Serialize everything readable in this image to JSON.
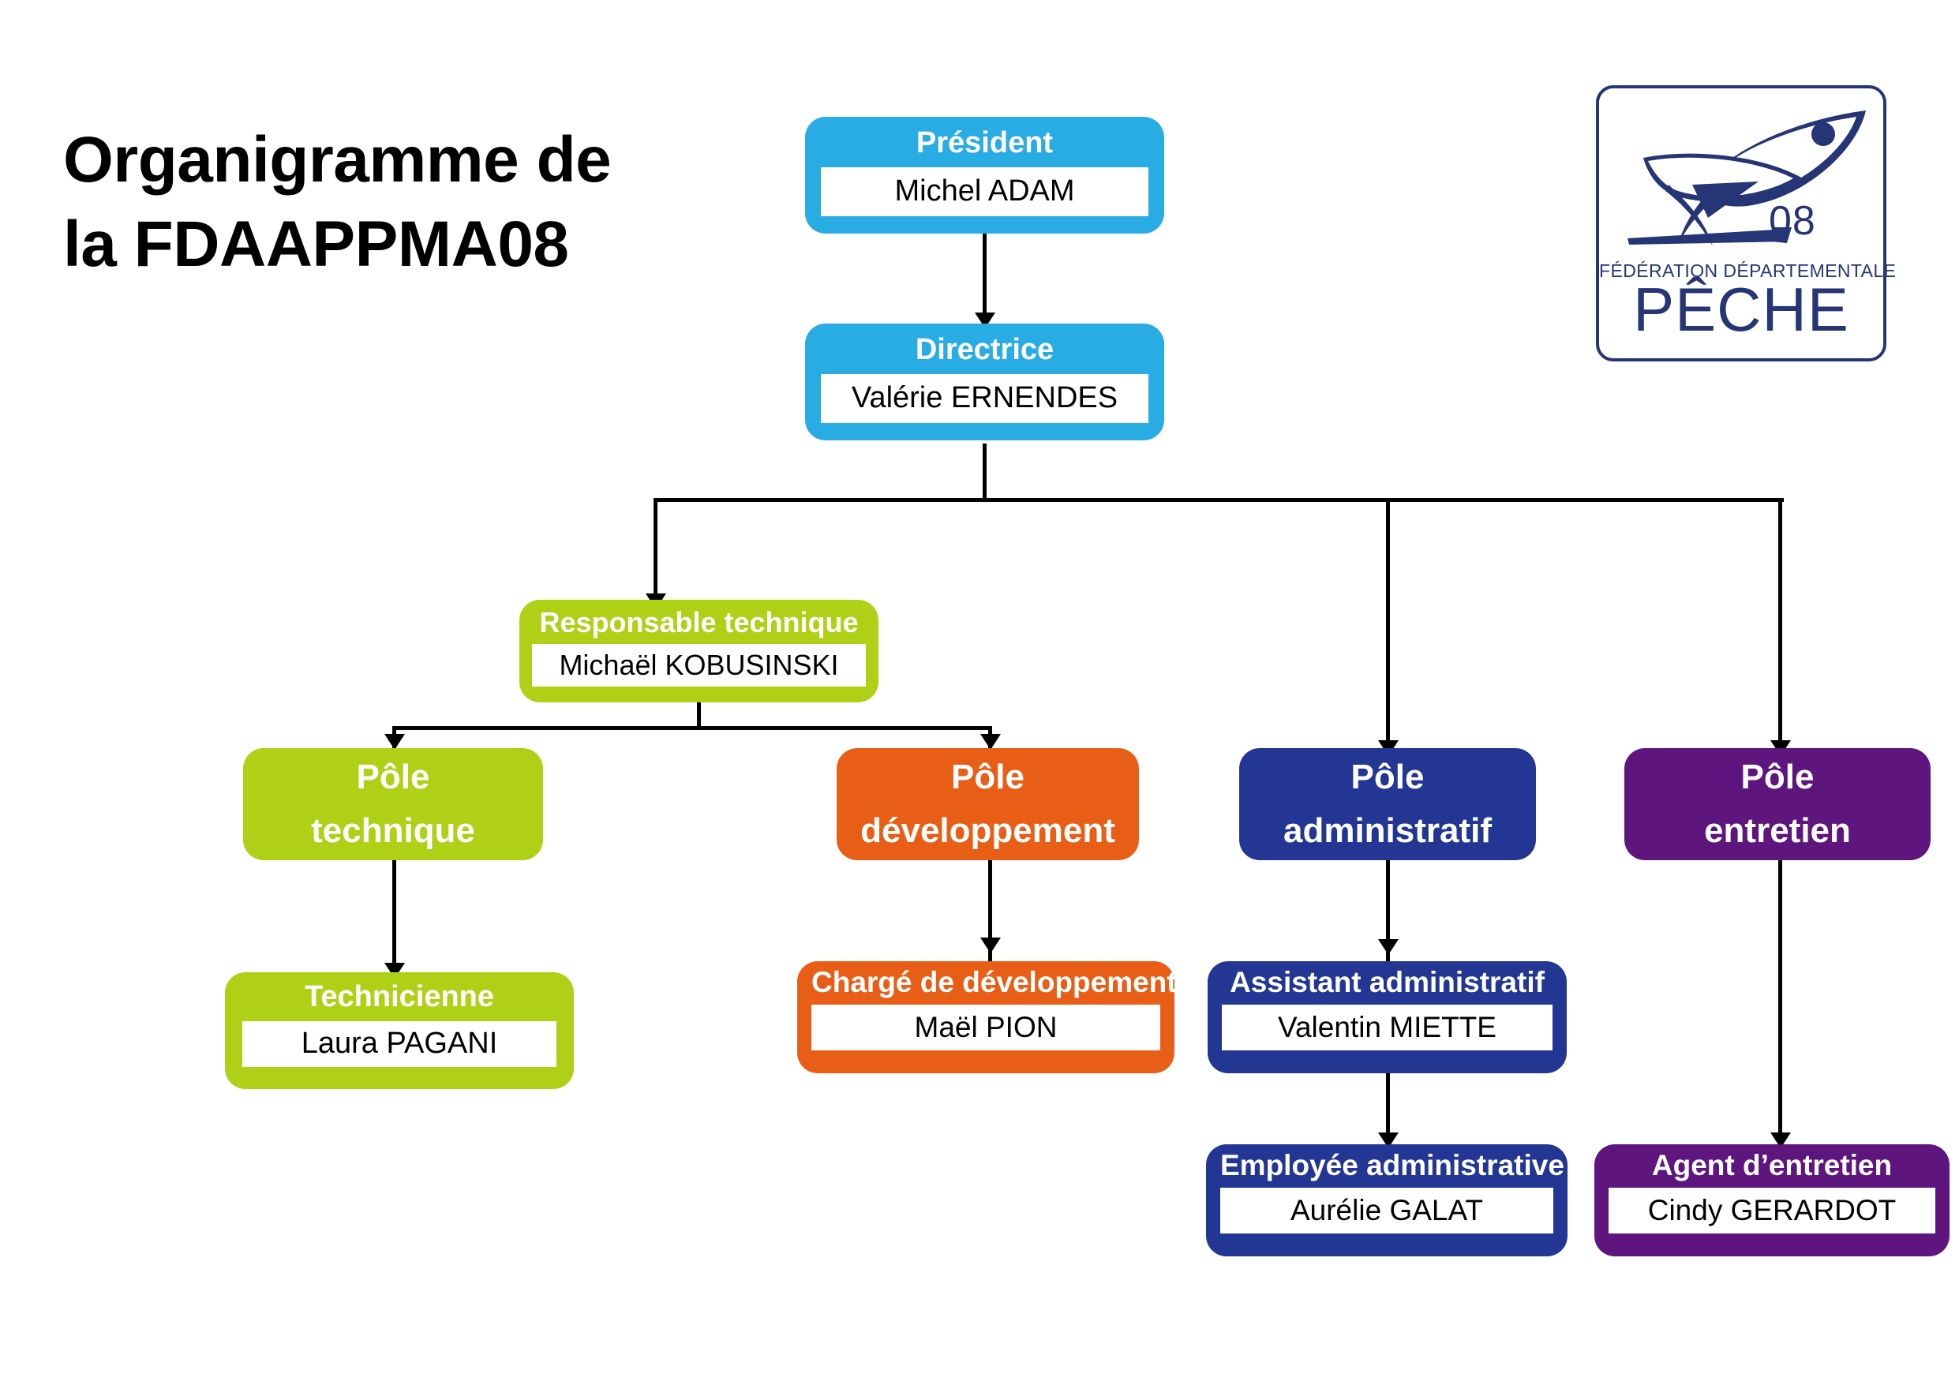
{
  "title": {
    "line1": "Organigramme de",
    "line2": "la FDAAPPMA08"
  },
  "colors": {
    "blue": "#29ABE3",
    "green": "#AFD017",
    "orange": "#E95E16",
    "navy": "#233694",
    "purple": "#5E157E",
    "line": "#000000",
    "logo": "#253575"
  },
  "logo": {
    "number": "08",
    "federation": "FÉDÉRATION DÉPARTEMENTALE",
    "word": "PÊCHE"
  },
  "nodes": {
    "president": {
      "role": "Président",
      "person": "Michel ADAM"
    },
    "directrice": {
      "role": "Directrice",
      "person": "Valérie ERNENDES"
    },
    "responsable_technique": {
      "role": "Responsable technique",
      "person": "Michaël KOBUSINSKI"
    },
    "pole_technique": {
      "role_line1": "Pôle",
      "role_line2": "technique"
    },
    "pole_developpement": {
      "role_line1": "Pôle",
      "role_line2": "développement"
    },
    "pole_administratif": {
      "role_line1": "Pôle",
      "role_line2": "administratif"
    },
    "pole_entretien": {
      "role_line1": "Pôle",
      "role_line2": "entretien"
    },
    "technicienne": {
      "role": "Technicienne",
      "person": "Laura PAGANI"
    },
    "charge_developpement": {
      "role": "Chargé de développement",
      "person": "Maël PION"
    },
    "assistant_administratif": {
      "role": "Assistant administratif",
      "person": "Valentin MIETTE"
    },
    "employee_administrative": {
      "role": "Employée administrative",
      "person": "Aurélie GALAT"
    },
    "agent_entretien": {
      "role": "Agent d’entretien",
      "person": "Cindy GERARDOT"
    }
  },
  "chart_data": {
    "type": "diagram",
    "title": "Organigramme de la FDAAPPMA08",
    "hierarchy": [
      {
        "id": "president",
        "role": "Président",
        "person": "Michel ADAM",
        "parent": null,
        "color": "#29ABE3"
      },
      {
        "id": "directrice",
        "role": "Directrice",
        "person": "Valérie ERNENDES",
        "parent": "president",
        "color": "#29ABE3"
      },
      {
        "id": "responsable_technique",
        "role": "Responsable technique",
        "person": "Michaël KOBUSINSKI",
        "parent": "directrice",
        "color": "#AFD017"
      },
      {
        "id": "pole_technique",
        "role": "Pôle technique",
        "person": "",
        "parent": "responsable_technique",
        "color": "#AFD017"
      },
      {
        "id": "pole_developpement",
        "role": "Pôle développement",
        "person": "",
        "parent": "responsable_technique",
        "color": "#E95E16"
      },
      {
        "id": "pole_administratif",
        "role": "Pôle administratif",
        "person": "",
        "parent": "directrice",
        "color": "#233694"
      },
      {
        "id": "pole_entretien",
        "role": "Pôle entretien",
        "person": "",
        "parent": "directrice",
        "color": "#5E157E"
      },
      {
        "id": "technicienne",
        "role": "Technicienne",
        "person": "Laura PAGANI",
        "parent": "pole_technique",
        "color": "#AFD017"
      },
      {
        "id": "charge_developpement",
        "role": "Chargé de développement",
        "person": "Maël PION",
        "parent": "pole_developpement",
        "color": "#E95E16"
      },
      {
        "id": "assistant_administratif",
        "role": "Assistant administratif",
        "person": "Valentin MIETTE",
        "parent": "pole_administratif",
        "color": "#233694"
      },
      {
        "id": "employee_administrative",
        "role": "Employée administrative",
        "person": "Aurélie GALAT",
        "parent": "assistant_administratif",
        "color": "#233694"
      },
      {
        "id": "agent_entretien",
        "role": "Agent d’entretien",
        "person": "Cindy GERARDOT",
        "parent": "pole_entretien",
        "color": "#5E157E"
      }
    ]
  }
}
